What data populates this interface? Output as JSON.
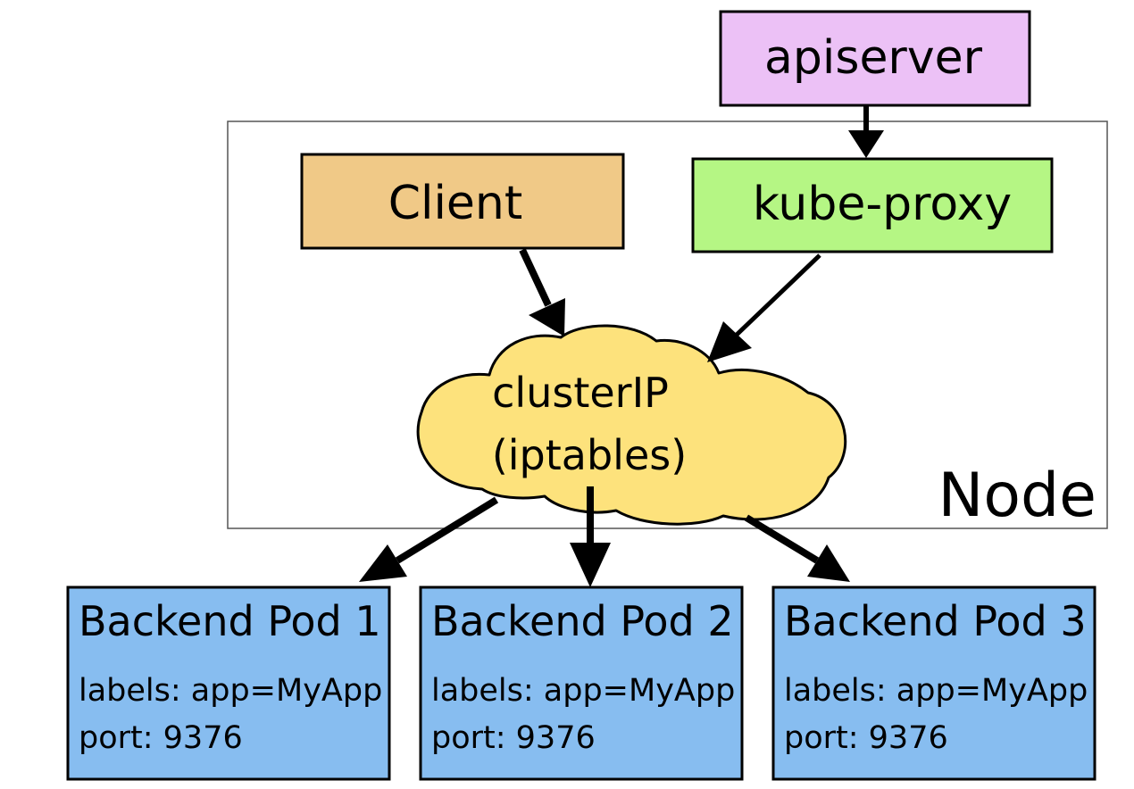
{
  "colors": {
    "apiserver_fill": "#ecc1f6",
    "client_fill": "#f0c987",
    "kube_proxy_fill": "#b5f684",
    "cluster_fill": "#fde27c",
    "pod_fill": "#87bdf0",
    "node_border": "#555555",
    "stroke": "#000000"
  },
  "nodes": {
    "apiserver": {
      "label": "apiserver"
    },
    "client": {
      "label": "Client"
    },
    "kube_proxy": {
      "label": "kube-proxy"
    },
    "cluster_ip": {
      "line1": "clusterIP",
      "line2": "(iptables)"
    },
    "node_container": {
      "label": "Node"
    }
  },
  "pods": [
    {
      "title": "Backend Pod 1",
      "labels": "labels: app=MyApp",
      "port": "port: 9376"
    },
    {
      "title": "Backend Pod 2",
      "labels": "labels: app=MyApp",
      "port": "port: 9376"
    },
    {
      "title": "Backend Pod 3",
      "labels": "labels: app=MyApp",
      "port": "port: 9376"
    }
  ],
  "edges": [
    {
      "from": "apiserver",
      "to": "kube-proxy"
    },
    {
      "from": "Client",
      "to": "clusterIP"
    },
    {
      "from": "kube-proxy",
      "to": "clusterIP"
    },
    {
      "from": "clusterIP",
      "to": "Backend Pod 1"
    },
    {
      "from": "clusterIP",
      "to": "Backend Pod 2"
    },
    {
      "from": "clusterIP",
      "to": "Backend Pod 3"
    }
  ]
}
